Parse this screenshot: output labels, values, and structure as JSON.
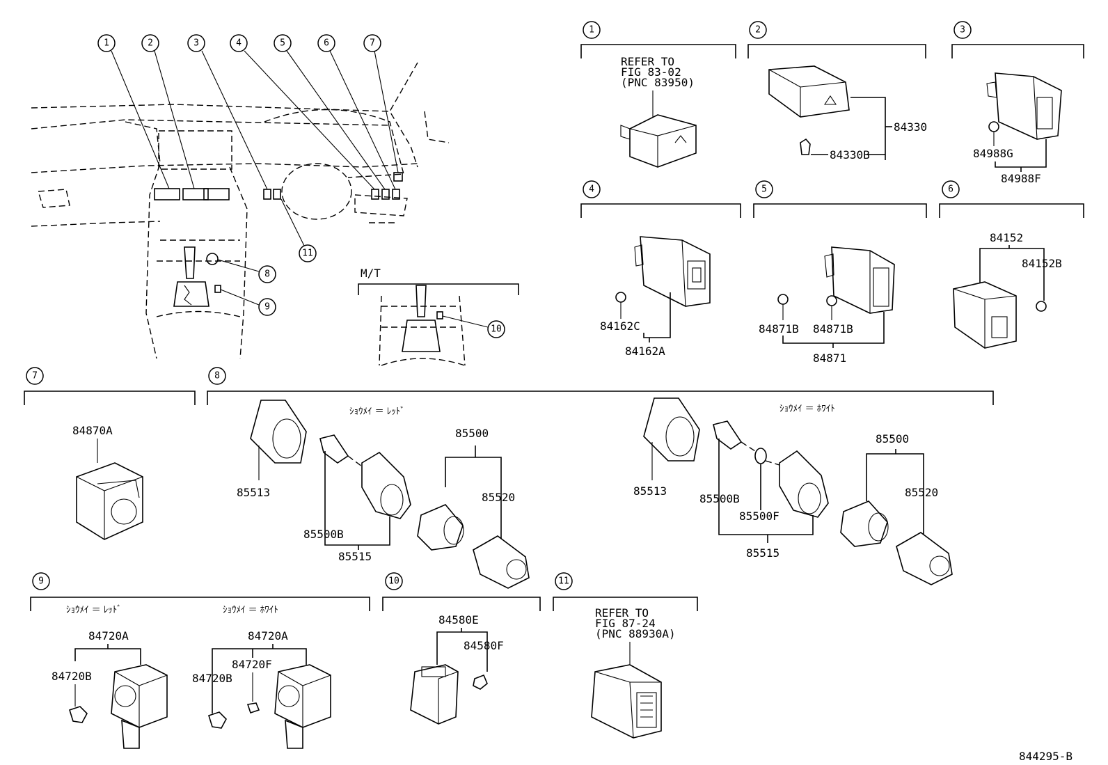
{
  "diagram": {
    "drawing_number": "844295-B",
    "overview_callouts": [
      "1",
      "2",
      "3",
      "4",
      "5",
      "6",
      "7",
      "8",
      "9",
      "10",
      "11"
    ],
    "mt_inset_label": "M/T",
    "panels": [
      {
        "number": "1",
        "note": [
          "REFER TO",
          "FIG 83-02",
          "(PNC 83950)"
        ]
      },
      {
        "number": "2",
        "parts": [
          "84330",
          "84330B"
        ]
      },
      {
        "number": "3",
        "parts": [
          "84988G",
          "84988F"
        ]
      },
      {
        "number": "4",
        "parts": [
          "84162C",
          "84162A"
        ]
      },
      {
        "number": "5",
        "parts": [
          "84871B",
          "84871B",
          "84871"
        ]
      },
      {
        "number": "6",
        "parts": [
          "84152",
          "84152B"
        ]
      },
      {
        "number": "7",
        "parts": [
          "84870A"
        ]
      },
      {
        "number": "8",
        "groups": [
          {
            "heading": "ｼｮｳﾒｲ ＝ ﾚｯﾄﾞ",
            "parts": [
              "85513",
              "85500B",
              "85515",
              "85500",
              "85520"
            ]
          },
          {
            "heading": "ｼｮｳﾒｲ ＝ ﾎﾜｲﾄ",
            "parts": [
              "85513",
              "85500B",
              "85500F",
              "85515",
              "85500",
              "85520"
            ]
          }
        ]
      },
      {
        "number": "9",
        "groups": [
          {
            "heading": "ｼｮｳﾒｲ ＝ ﾚｯﾄﾞ",
            "parts": [
              "84720A",
              "84720B"
            ]
          },
          {
            "heading": "ｼｮｳﾒｲ ＝ ﾎﾜｲﾄ",
            "parts": [
              "84720A",
              "84720F",
              "84720B"
            ]
          }
        ]
      },
      {
        "number": "10",
        "parts": [
          "84580E",
          "84580F"
        ]
      },
      {
        "number": "11",
        "note": [
          "REFER TO",
          "FIG 87-24",
          "(PNC 88930A)"
        ]
      }
    ]
  }
}
